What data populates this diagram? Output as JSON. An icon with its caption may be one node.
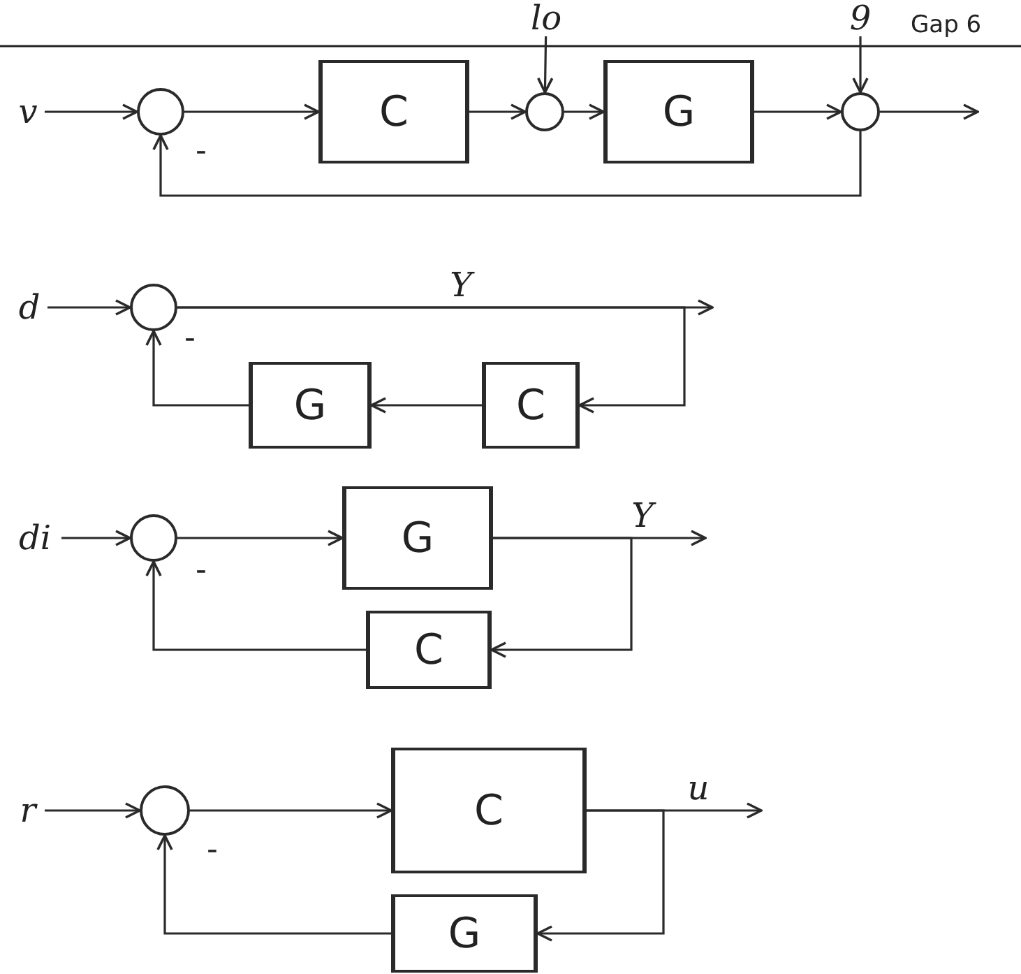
{
  "diagram": {
    "nodes": [
      {
        "text": [
          "v"
        ]
      },
      {
        "text": [],
        "shape": "circle"
      },
      {
        "text": [
          "C"
        ]
      },
      {
        "text": [
          "lo"
        ]
      },
      {
        "text": [],
        "shape": "circle"
      },
      {
        "text": [
          "G"
        ]
      },
      {
        "text": [
          "9"
        ]
      },
      {
        "text": [],
        "shape": "circle"
      },
      {
        "text": [
          "d"
        ]
      },
      {
        "text": [],
        "shape": "circle"
      },
      {
        "text": [
          "G"
        ]
      },
      {
        "text": [
          "C"
        ]
      },
      {
        "text": [
          "di"
        ]
      },
      {
        "text": [],
        "shape": "circle"
      },
      {
        "text": [
          "G"
        ]
      },
      {
        "text": [
          "C"
        ]
      },
      {
        "text": [
          "r"
        ]
      },
      {
        "text": [],
        "shape": "circle"
      },
      {
        "text": [
          "C"
        ]
      },
      {
        "text": [
          "G"
        ]
      }
    ],
    "edges": [
      {
        "from": 0,
        "to": 1,
        "arrow": "to"
      },
      {
        "from": 1,
        "to": 2,
        "arrow": "to"
      },
      {
        "from": 2,
        "to": 4,
        "arrow": "to"
      },
      {
        "from": 3,
        "to": 4,
        "arrow": "to"
      },
      {
        "from": 4,
        "to": 5,
        "arrow": "to"
      },
      {
        "from": 5,
        "to": 7,
        "arrow": "to"
      },
      {
        "from": 6,
        "to": 7,
        "arrow": "to"
      },
      {
        "from": 7,
        "to": null,
        "arrow": "to"
      },
      {
        "from": 7,
        "to": 1,
        "arrow": "to"
      },
      {
        "from": 8,
        "to": 9,
        "arrow": "to"
      },
      {
        "from": 9,
        "to": null,
        "arrow": "to",
        "label": "Y"
      },
      {
        "from": 9,
        "to": 11,
        "arrow": "to"
      },
      {
        "from": 11,
        "to": 10,
        "arrow": "to"
      },
      {
        "from": 10,
        "to": 9,
        "arrow": "to"
      },
      {
        "from": 12,
        "to": 13,
        "arrow": "to"
      },
      {
        "from": 13,
        "to": 14,
        "arrow": "to"
      },
      {
        "from": 14,
        "to": null,
        "arrow": "to",
        "label": "Y"
      },
      {
        "from": 14,
        "to": 15,
        "arrow": "to"
      },
      {
        "from": 15,
        "to": 13,
        "arrow": "to"
      },
      {
        "from": 16,
        "to": 17,
        "arrow": "to"
      },
      {
        "from": 17,
        "to": 18,
        "arrow": "to"
      },
      {
        "from": 18,
        "to": null,
        "arrow": "to",
        "label": "u"
      },
      {
        "from": 18,
        "to": 19,
        "arrow": "to"
      },
      {
        "from": 19,
        "to": 17,
        "arrow": "to"
      }
    ],
    "labels": [
      "Gap 6",
      "-",
      "-",
      "-",
      "-"
    ]
  }
}
